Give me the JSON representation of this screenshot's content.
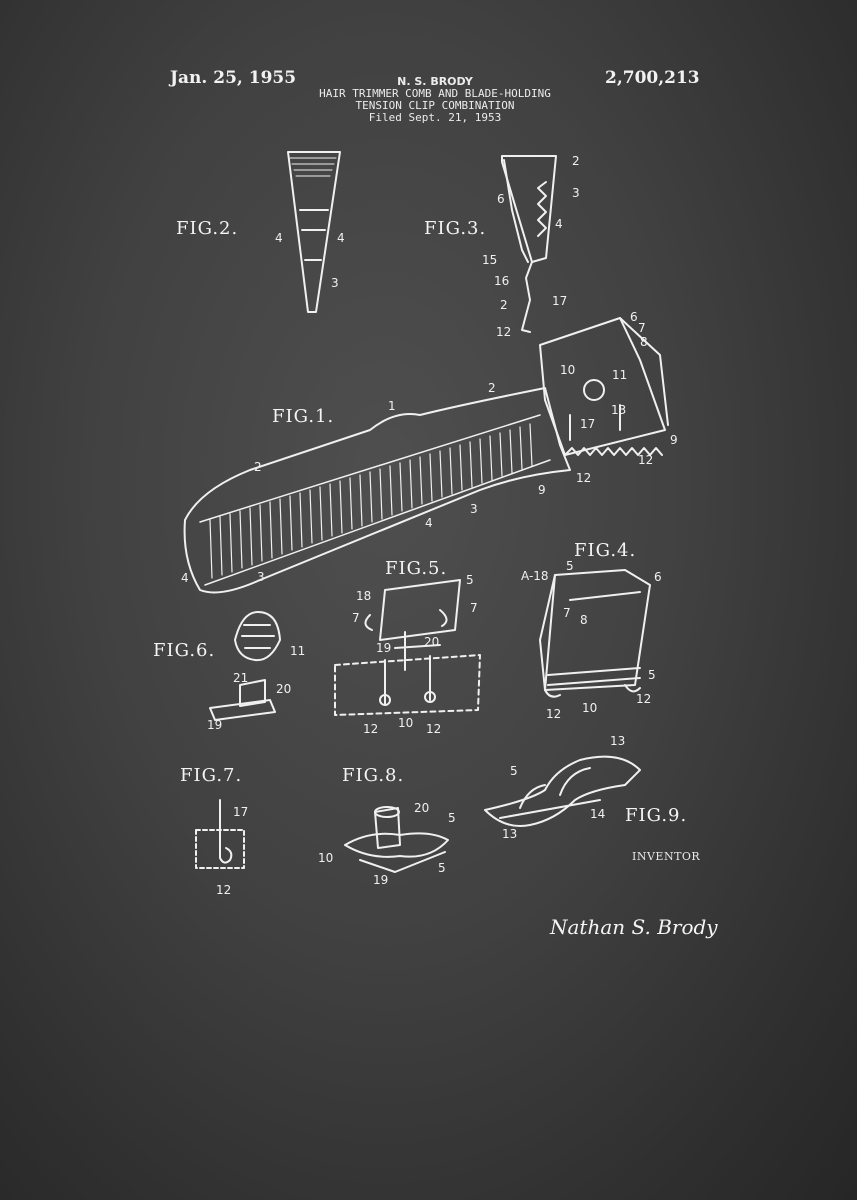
{
  "header": {
    "date": "Jan. 25, 1955",
    "inventor_name": "N. S. BRODY",
    "title_line1": "HAIR TRIMMER COMB AND BLADE-HOLDING",
    "title_line2": "TENSION CLIP COMBINATION",
    "filed": "Filed Sept. 21, 1953",
    "patent_number": "2,700,213"
  },
  "figures": {
    "fig1": "FIG.1.",
    "fig2": "FIG.2.",
    "fig3": "FIG.3.",
    "fig4": "FIG.4.",
    "fig5": "FIG.5.",
    "fig6": "FIG.6.",
    "fig7": "FIG.7.",
    "fig8": "FIG.8.",
    "fig9": "FIG.9."
  },
  "footer": {
    "inventor_label": "INVENTOR",
    "signature": "Nathan S. Brody"
  },
  "colors": {
    "background": "#414141",
    "ink": "#f2f2f2"
  }
}
